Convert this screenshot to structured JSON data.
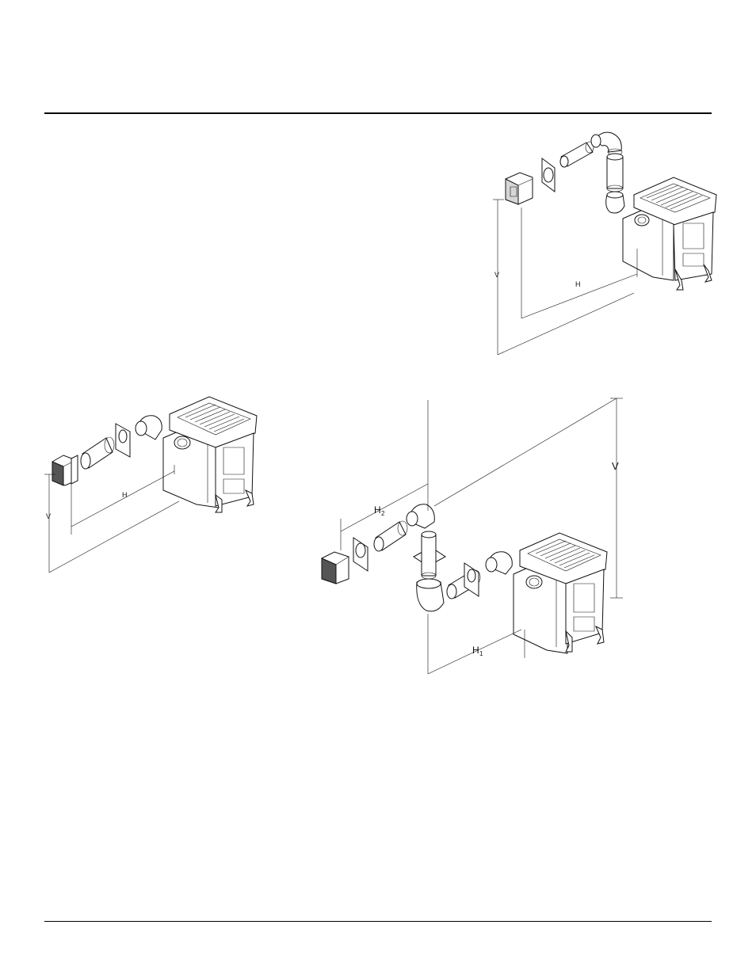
{
  "figures": [
    {
      "id": "fig-top-right",
      "labels": {
        "vertical": "V",
        "horizontal": "H"
      }
    },
    {
      "id": "fig-left",
      "labels": {
        "vertical": "V",
        "horizontal": "H"
      }
    },
    {
      "id": "fig-bottom",
      "labels": {
        "vertical": "V",
        "h1_main": "H",
        "h1_sub": "1",
        "h2_main": "H",
        "h2_sub": "2"
      }
    }
  ]
}
